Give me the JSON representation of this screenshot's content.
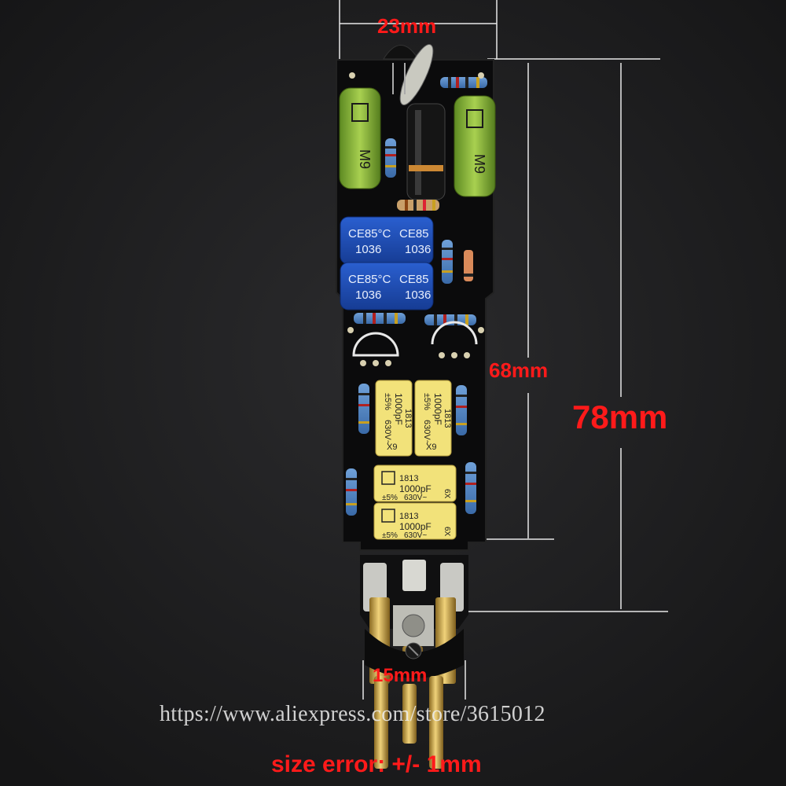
{
  "dimensions": {
    "width_label": "23mm",
    "inner_height_label": "68mm",
    "total_height_label": "78mm",
    "connector_width_label": "15mm"
  },
  "components": {
    "green_caps_text": [
      "M9",
      "M9"
    ],
    "blue_caps": [
      {
        "line1": "CE85°C",
        "line2": "1036"
      },
      {
        "line1": "CE85",
        "line2": "1036"
      },
      {
        "line1": "CE85°C",
        "line2": "1036"
      },
      {
        "line1": "CE85",
        "line2": "1036"
      }
    ],
    "yellow_caps_vertical": [
      {
        "code": "1813",
        "value": "1000pF",
        "tol": "±5%",
        "voltage": "630V~",
        "batch": "X9"
      },
      {
        "code": "1813",
        "value": "1000pF",
        "tol": "±5%",
        "voltage": "630V~",
        "batch": "X9"
      }
    ],
    "yellow_caps_horizontal": [
      {
        "code": "1813",
        "value": "1000pF",
        "tol": "±5%",
        "voltage": "630V~",
        "batch": "6X"
      },
      {
        "code": "1813",
        "value": "1000pF",
        "tol": "±5%",
        "voltage": "630V~",
        "batch": "6X"
      }
    ]
  },
  "watermark": "https://www.aliexpress.com/store/3615012",
  "note": "size error: +/- 1mm",
  "colors": {
    "background": "#1f1f21",
    "pcb": "#0b0b0c",
    "label": "#ff1a1a",
    "green_cap": "#86b23a",
    "blue_cap": "#1f4fb8",
    "yellow_cap": "#f2e27a",
    "gold_pin": "#c9a64a"
  }
}
